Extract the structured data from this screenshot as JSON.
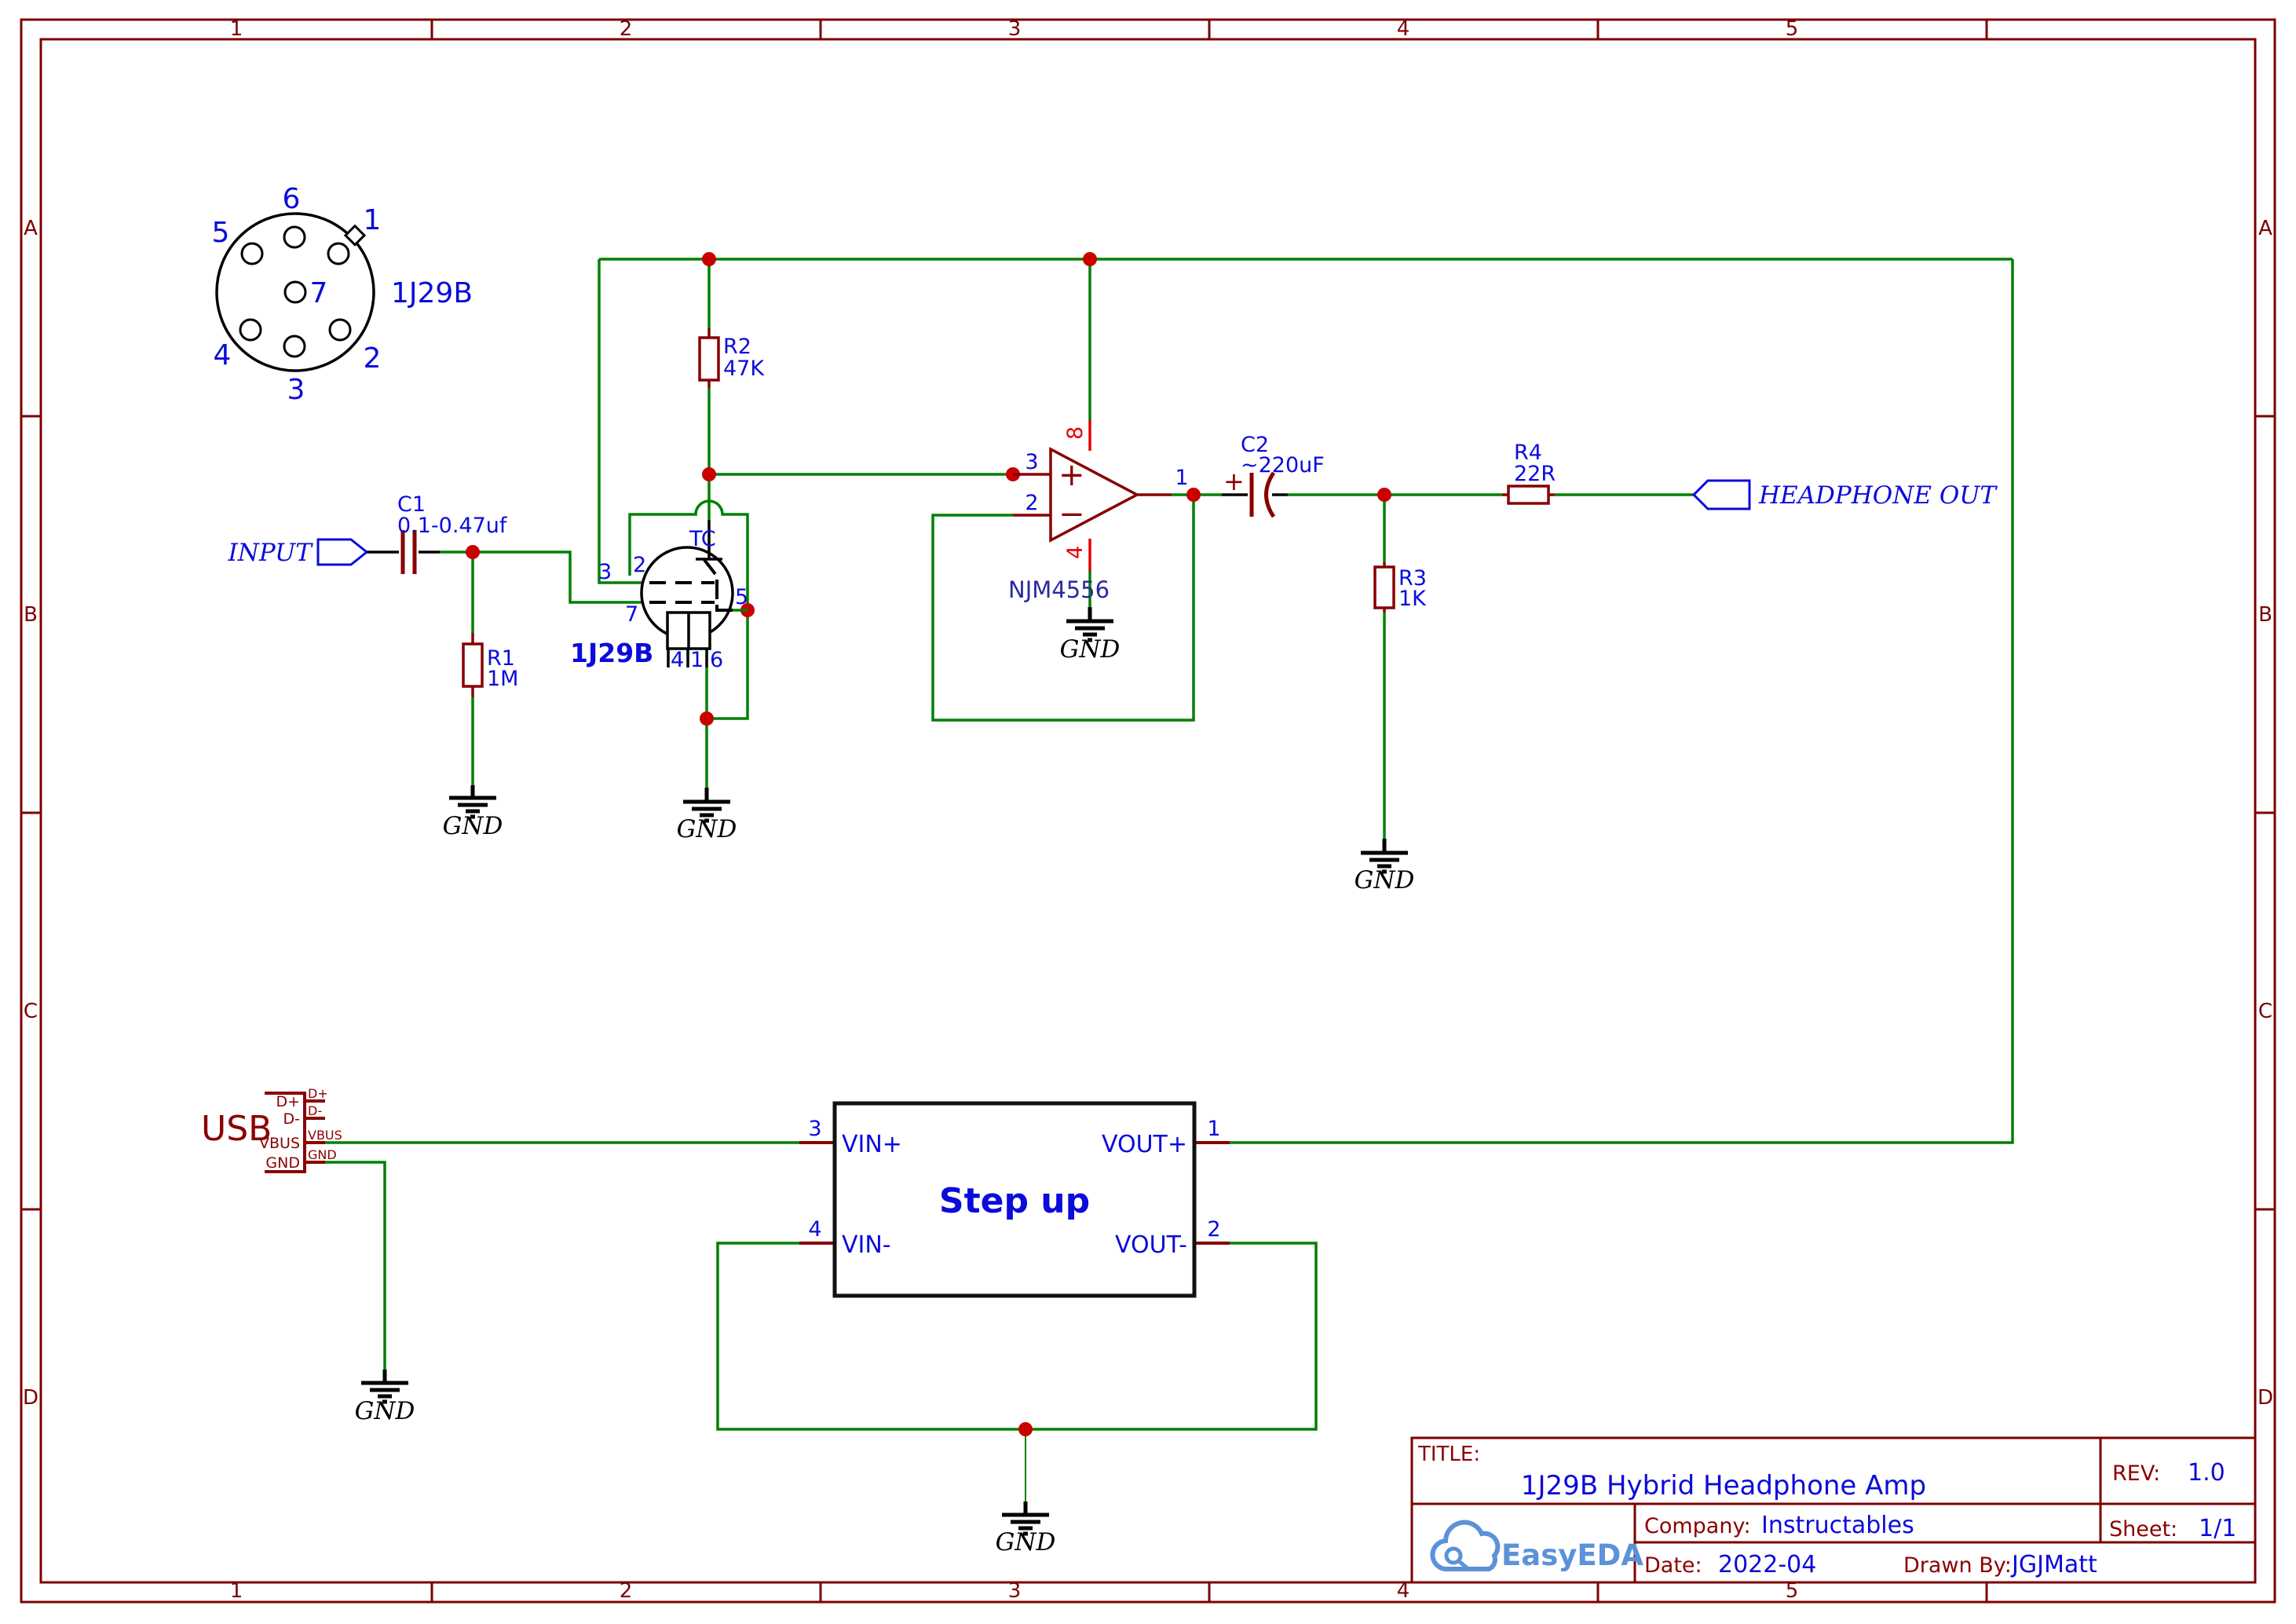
{
  "colors": {
    "wire_green": "#008000",
    "component_maroon": "#880000",
    "junction_red": "#c80000",
    "power_pin_red": "#e80000",
    "label_blue": "#0b0bdb",
    "frame_maroon": "#7c0000",
    "dark_red": "#8b0000",
    "logo_blue": "#5b92d8",
    "black": "#000000"
  },
  "frame": {
    "columns": [
      "1",
      "2",
      "3",
      "4",
      "5"
    ],
    "rows": [
      "A",
      "B",
      "C",
      "D"
    ]
  },
  "socket": {
    "part": "1J29B",
    "pins": [
      "1",
      "2",
      "3",
      "4",
      "5",
      "6",
      "7"
    ]
  },
  "input_flag": {
    "label": "INPUT"
  },
  "headphone_flag": {
    "label": "HEADPHONE OUT"
  },
  "gnd": {
    "label": "GND"
  },
  "c1": {
    "ref": "C1",
    "value": "0.1-0.47uf"
  },
  "c2": {
    "ref": "C2",
    "value": "~220uF",
    "polarity": "+"
  },
  "r1": {
    "ref": "R1",
    "value": "1M"
  },
  "r2": {
    "ref": "R2",
    "value": "47K"
  },
  "r3": {
    "ref": "R3",
    "value": "1K"
  },
  "r4": {
    "ref": "R4",
    "value": "22R"
  },
  "tube": {
    "part": "1J29B",
    "top_cap": "TC",
    "pin2": "2",
    "pin3": "3",
    "pin7": "7",
    "pin5": "5",
    "pin4": "4",
    "pin1": "1",
    "pin6": "6"
  },
  "opamp": {
    "part": "NJM4556",
    "plus": "+",
    "minus": "−",
    "pin1": "1",
    "pin2": "2",
    "pin3": "3",
    "pin4": "4",
    "pin8": "8"
  },
  "usb": {
    "part": "USB",
    "pins": {
      "dp": "D+",
      "dm": "D-",
      "vbus": "VBUS",
      "gnd": "GND"
    }
  },
  "stepup": {
    "name": "Step up",
    "pin1": "1",
    "pin2": "2",
    "pin3": "3",
    "pin4": "4",
    "vin_p": "VIN+",
    "vin_n": "VIN-",
    "vout_p": "VOUT+",
    "vout_n": "VOUT-"
  },
  "title_block": {
    "title_label": "TITLE:",
    "title": "1J29B Hybrid Headphone Amp",
    "rev_label": "REV:",
    "rev": "1.0",
    "company_label": "Company:",
    "company": "Instructables",
    "sheet_label": "Sheet:",
    "sheet": "1/1",
    "date_label": "Date:",
    "date": "2022-04",
    "drawn_label": "Drawn By:",
    "drawn_by": "JGJMatt",
    "logo": "EasyEDA"
  }
}
